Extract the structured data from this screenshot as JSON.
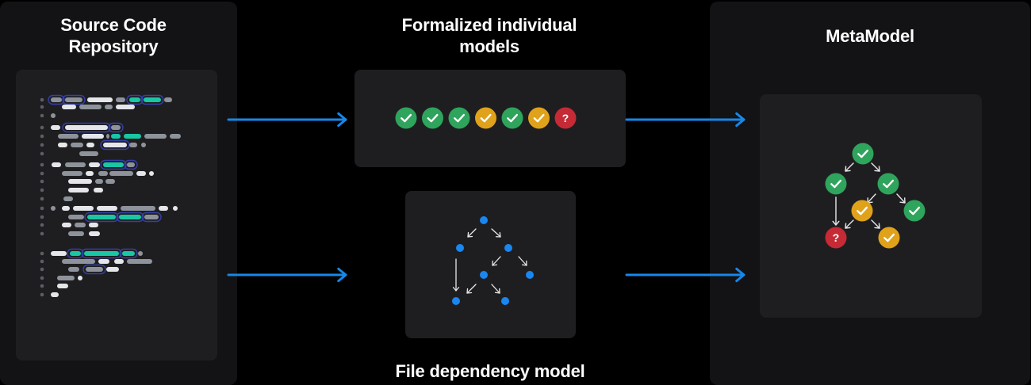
{
  "titles": {
    "source": [
      "Source Code",
      "Repository"
    ],
    "formalized": [
      "Formalized individual",
      "models"
    ],
    "metamodel": "MetaModel",
    "dependency": "File dependency model"
  },
  "models": {
    "statuses": [
      "verified",
      "verified",
      "verified",
      "partial",
      "verified",
      "partial",
      "unknown"
    ],
    "unknown_glyph": "?"
  },
  "metamodel": {
    "unknown_glyph": "?"
  },
  "colors": {
    "verified": "#2fa45c",
    "partial": "#e0a21a",
    "unknown": "#c62a34",
    "accent": "#1787e8",
    "dependency_node": "#1a86f0"
  }
}
